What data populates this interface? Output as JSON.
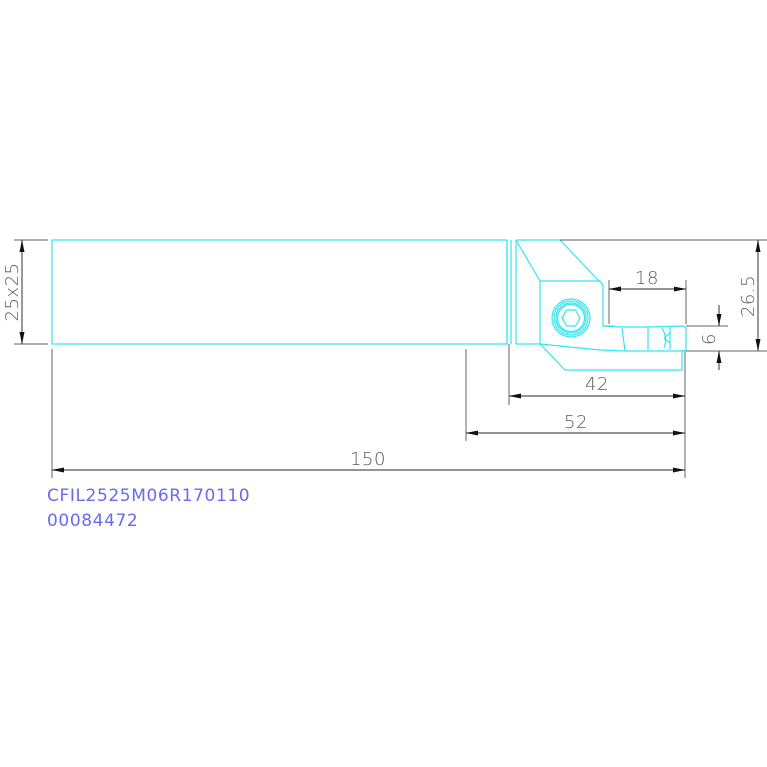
{
  "drawing": {
    "title": "Grooving/parting tool holder drawing",
    "colors": {
      "geometry": "#33e6f0",
      "dimensions": "#555555",
      "text": "#5a5a5a",
      "label": "#6a6af0",
      "background": "#ffffff"
    },
    "dimensions": {
      "shank_section": "25x25",
      "overall_length": "150",
      "head_length_52": "52",
      "head_length_42": "42",
      "insert_reach": "18",
      "insert_width": "6",
      "total_height": "26.5"
    },
    "labels": {
      "part_number": "CFIL2525M06R170110",
      "article_number": "00084472"
    }
  }
}
